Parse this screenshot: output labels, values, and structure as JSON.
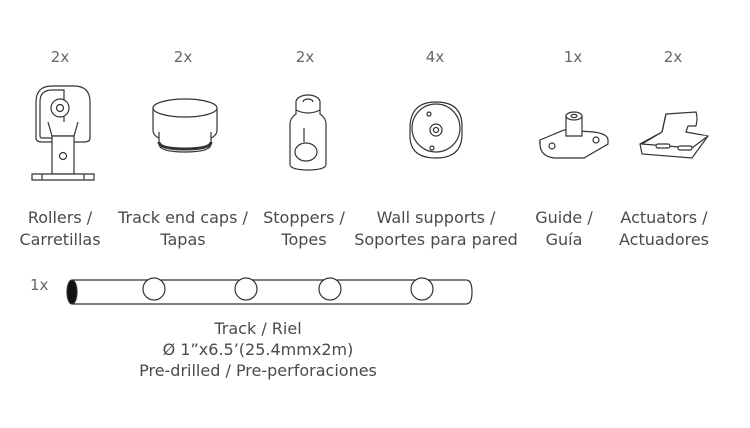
{
  "parts": [
    {
      "qty": "2x",
      "line1": "Rollers /",
      "line2": "Carretillas",
      "icon": "roller-icon"
    },
    {
      "qty": "2x",
      "line1": "Track end caps /",
      "line2": "Tapas",
      "icon": "end-cap-icon"
    },
    {
      "qty": "2x",
      "line1": "Stoppers /",
      "line2": "Topes",
      "icon": "stopper-icon"
    },
    {
      "qty": "4x",
      "line1": "Wall supports /",
      "line2": "Soportes para pared",
      "icon": "wall-support-icon"
    },
    {
      "qty": "1x",
      "line1": "Guide /",
      "line2": "Guía",
      "icon": "guide-icon"
    },
    {
      "qty": "2x",
      "line1": "Actuators /",
      "line2": "Actuadores",
      "icon": "actuator-icon"
    }
  ],
  "track": {
    "qty": "1x",
    "line1": "Track / Riel",
    "line2": "Ø 1”x6.5’(25.4mmx2m)",
    "line3": "Pre-drilled / Pre-perforaciones"
  }
}
